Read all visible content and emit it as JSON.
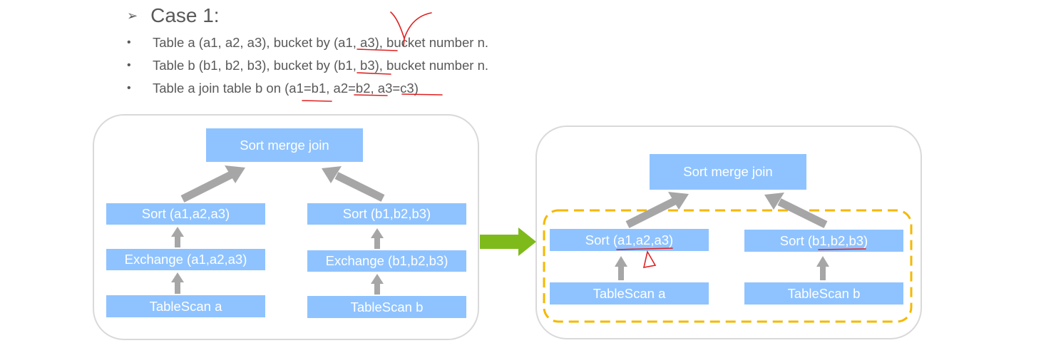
{
  "slide": {
    "case_title": "Case 1:",
    "bullets": [
      "Table a (a1, a2, a3), bucket by (a1, a3), bucket number n.",
      "Table b (b1, b2, b3), bucket by (b1, b3), bucket number n.",
      "Table a join table b on (a1=b1, a2=b2, a3=c3)"
    ]
  },
  "left_plan": {
    "join": "Sort merge join",
    "sort_a": "Sort (a1,a2,a3)",
    "sort_b": "Sort (b1,b2,b3)",
    "exchange_a": "Exchange (a1,a2,a3)",
    "exchange_b": "Exchange (b1,b2,b3)",
    "scan_a": "TableScan a",
    "scan_b": "TableScan b"
  },
  "right_plan": {
    "join": "Sort merge join",
    "sort_a": "Sort (a1,a2,a3)",
    "sort_b": "Sort (b1,b2,b3)",
    "scan_a": "TableScan a",
    "scan_b": "TableScan b"
  },
  "colors": {
    "node": "#8fc3ff",
    "arrow": "#a6a6a6",
    "transform_arrow": "#7fba1b",
    "dashed_group": "#f5b800",
    "annotation": "#e02020"
  }
}
